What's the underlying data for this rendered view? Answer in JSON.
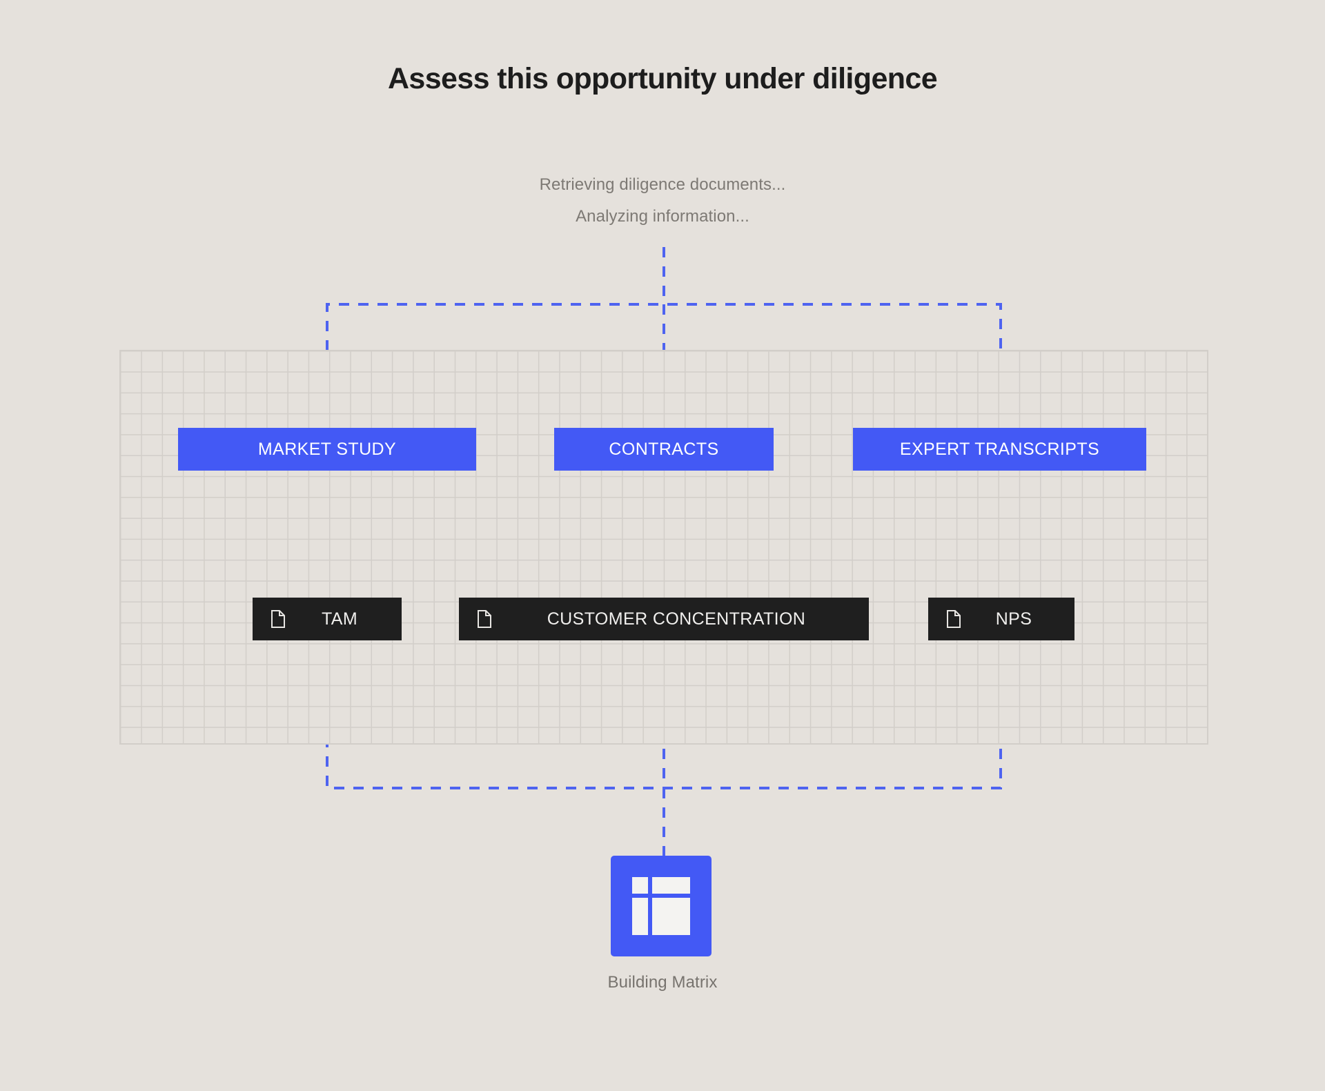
{
  "page": {
    "title": "Assess this opportunity under diligence",
    "background_color": "#e5e1dc",
    "accent_color": "#4359f5",
    "chip_color": "#1f1f1f",
    "muted_text_color": "#7d7974"
  },
  "status": {
    "lines": [
      "Retrieving diligence documents...",
      "Analyzing information..."
    ]
  },
  "categories": [
    {
      "label": "MARKET STUDY"
    },
    {
      "label": "CONTRACTS"
    },
    {
      "label": "EXPERT TRANSCRIPTS"
    }
  ],
  "documents": [
    {
      "label": "TAM",
      "icon": "file-icon"
    },
    {
      "label": "CUSTOMER CONCENTRATION",
      "icon": "file-icon"
    },
    {
      "label": "NPS",
      "icon": "file-icon"
    }
  ],
  "output_node": {
    "icon": "matrix-icon",
    "caption": "Building Matrix"
  }
}
